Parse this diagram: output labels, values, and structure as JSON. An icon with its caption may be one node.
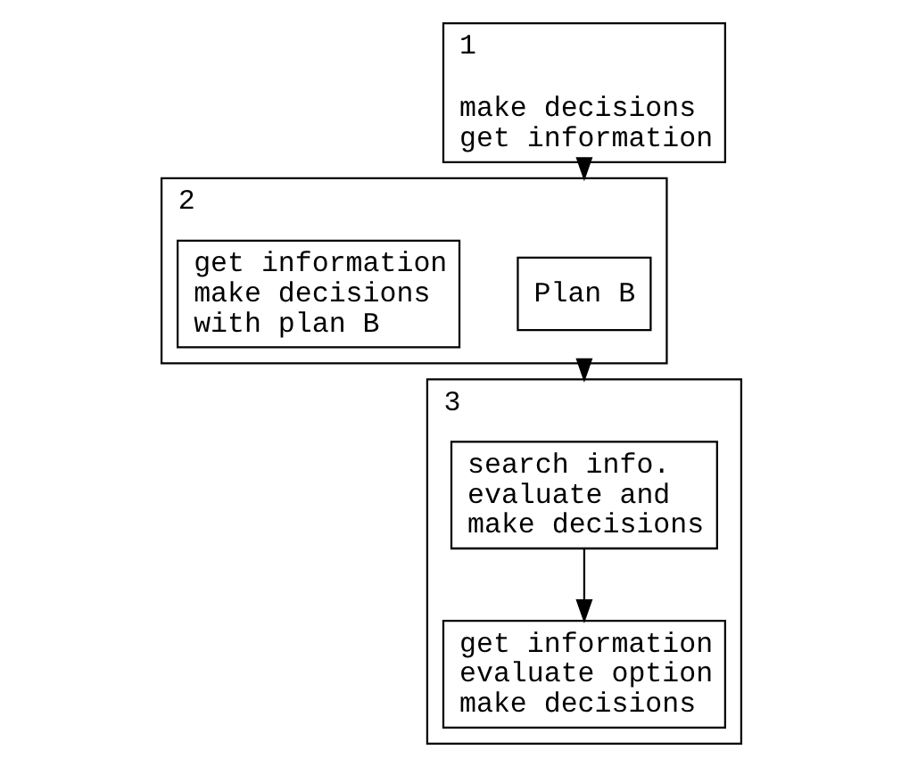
{
  "diagram": {
    "nodes": [
      {
        "text": [
          "1",
          "make decisions get information"
        ]
      },
      {
        "text": [
          "2"
        ]
      },
      {
        "text": [
          "Plan B"
        ],
        "in": 1
      },
      {
        "text": [
          "get information make decisions with plan B"
        ],
        "in": 1
      },
      {
        "text": [
          "3"
        ]
      },
      {
        "text": [
          "search info. evaluate and make decisions"
        ],
        "in": 4
      },
      {
        "text": [
          "get information evaluate option make decisions"
        ],
        "in": 4
      }
    ],
    "edges": [
      {
        "from": 0,
        "to": 1,
        "arrow": "to"
      },
      {
        "from": 1,
        "to": 4,
        "arrow": "to"
      },
      {
        "from": 5,
        "to": 6,
        "arrow": "to"
      }
    ]
  }
}
